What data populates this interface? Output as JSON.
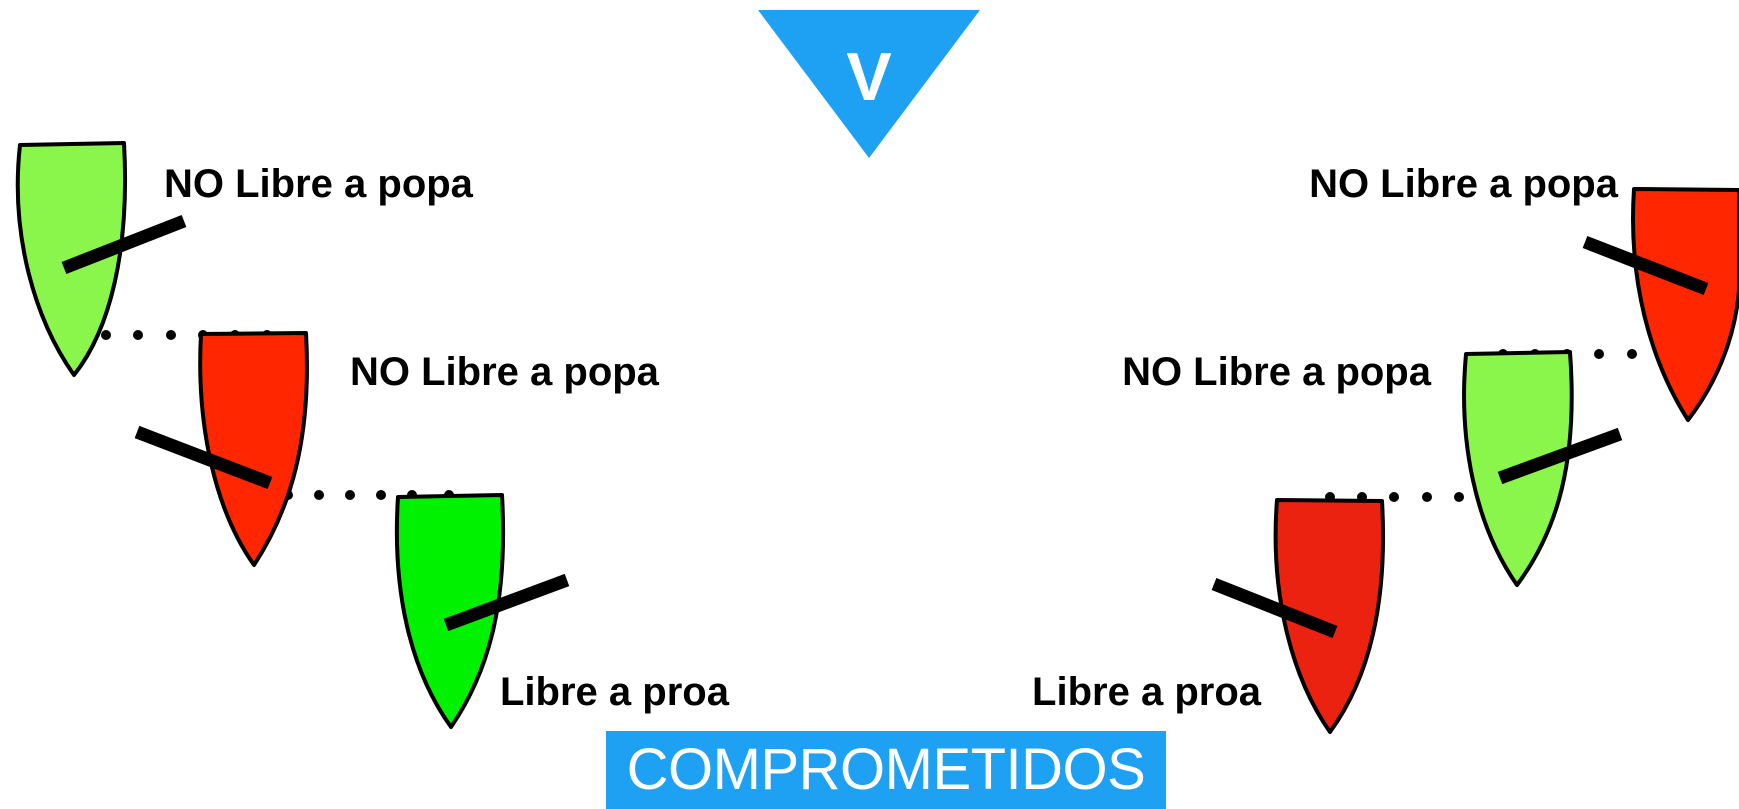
{
  "wind": {
    "letter": "V",
    "color": "#1ea1f2",
    "icon": "wind-direction-triangle-icon"
  },
  "status": {
    "label": "COMPROMETIDOS",
    "background": "#1ea1f2",
    "text_color": "#ffffff"
  },
  "labels": {
    "left_top": "NO Libre a popa",
    "left_middle": "NO Libre a popa",
    "left_bottom": "Libre a proa",
    "right_top": "NO Libre a popa",
    "right_middle": "NO Libre a popa",
    "right_bottom": "Libre a proa"
  },
  "boat_colors": {
    "left_top": "#8af54a",
    "left_middle": "#ff2600",
    "left_bottom": "#00f200",
    "right_top": "#ff2600",
    "right_middle": "#8af54a",
    "right_bottom": "#ec2211"
  },
  "overlap_line": {
    "color": "#000000"
  }
}
